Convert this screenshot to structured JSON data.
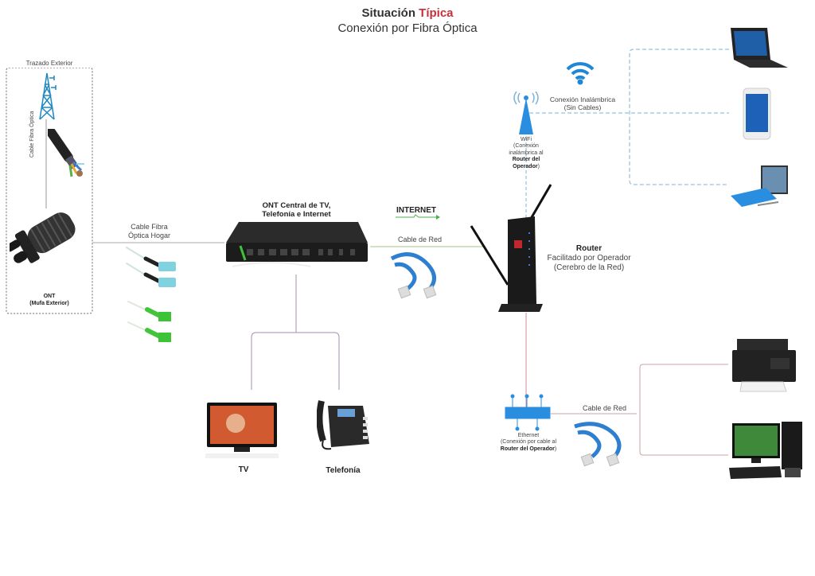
{
  "title": {
    "bold_part": "Situación",
    "accent_part": "Típica",
    "subtitle": "Conexión por Fibra Óptica",
    "accent_color": "#c62f3a"
  },
  "outdoor": {
    "box_label": "Trazado Exterior",
    "cable_label": "Cable Fibra Óptica",
    "ont_title": "ONT",
    "ont_subtitle": "(Mufa Exterior)"
  },
  "home_fiber": {
    "line1": "Cable Fibra",
    "line2": "Óptica Hogar"
  },
  "ont_central": {
    "line1": "ONT Central de TV,",
    "line2": "Telefonía e Internet"
  },
  "internet": {
    "label": "INTERNET",
    "cable_label": "Cable de Red"
  },
  "router": {
    "title": "Router",
    "line2": "Facilitado por Operador",
    "line3": "(Cerebro de la Red)"
  },
  "wifi": {
    "wireless_line1": "Conexión Inalámbrica",
    "wireless_line2": "(Sin Cables)",
    "ap_line1": "WiFi",
    "ap_line2": "(Conexión",
    "ap_line3": "inalámbrica al",
    "ap_bold1": "Router del",
    "ap_bold2": "Operador",
    "ap_close": ")"
  },
  "ethernet": {
    "line1": "Ethernet",
    "line2": "(Conexión por cable al",
    "bold": "Router del Operador",
    "close": ")",
    "cable_label": "Cable de Red"
  },
  "devices": {
    "tv": "TV",
    "phone": "Telefonía"
  },
  "colors": {
    "wifi_blue": "#1e88d6",
    "wired_red": "#c9a0a4",
    "phone_purple": "#a58fb0",
    "internet_green": "#4caf50"
  }
}
